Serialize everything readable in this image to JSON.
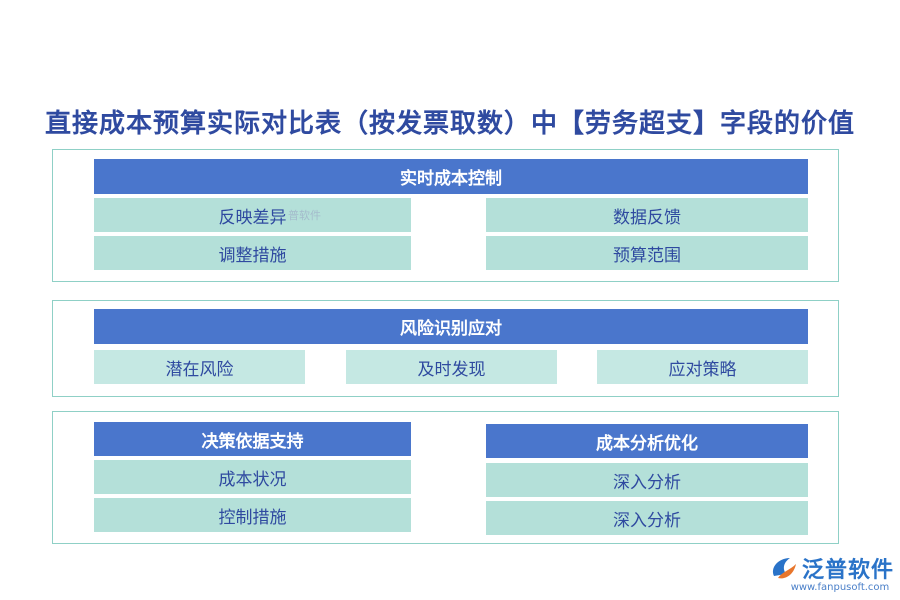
{
  "title": "直接成本预算实际对比表（按发票取数）中【劳务超支】字段的价值",
  "sections": [
    {
      "header": "实时成本控制",
      "items": [
        "反映差异",
        "数据反馈",
        "调整措施",
        "预算范围"
      ]
    },
    {
      "header": "风险识别应对",
      "items": [
        "潜在风险",
        "及时发现",
        "应对策略"
      ]
    },
    {
      "left_header": "决策依据支持",
      "left_items": [
        "成本状况",
        "控制措施"
      ],
      "right_header": "成本分析优化",
      "right_items": [
        "深入分析",
        "深入分析"
      ]
    }
  ],
  "watermark": "普软件",
  "logo": {
    "name": "泛普软件",
    "url": "www.fanpusoft.com",
    "icon": "fanpu-logo-icon"
  },
  "colors": {
    "title": "#2f4aa0",
    "header": "#4a76cc",
    "item": "#b4e0d9",
    "border": "#8fd0c6"
  }
}
